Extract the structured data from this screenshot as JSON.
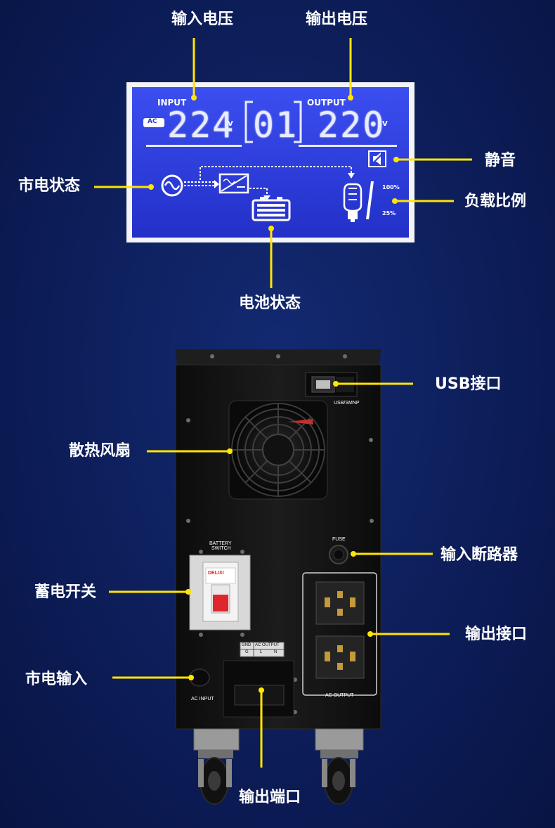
{
  "callouts": {
    "input_voltage": "输入电压",
    "output_voltage": "输出电压",
    "mute": "静音",
    "mains_status": "市电状态",
    "load_ratio": "负载比例",
    "battery_status": "电池状态",
    "usb_port": "USB接口",
    "cooling_fan": "散热风扇",
    "input_breaker": "输入断路器",
    "battery_switch": "蓄电开关",
    "output_socket": "输出接口",
    "mains_input": "市电输入",
    "output_terminal": "输出端口"
  },
  "lcd": {
    "input_label": "INPUT",
    "output_label": "OUTPUT",
    "ac_badge": "AC",
    "input_value": "224",
    "mode_value": "01",
    "output_value": "220",
    "unit_in": "V",
    "unit_out": "V",
    "load_max": "100%",
    "load_min": "25%"
  },
  "panel_labels": {
    "usb": "USB/SMNP",
    "battery_switch_line1": "BATTERY",
    "battery_switch_line2": "SWITCH",
    "fuse": "FUSE",
    "ac_input": "AC INPUT",
    "ac_output": "AC OUTPUT",
    "terminal_head_left": "GND",
    "terminal_head_right": "AC OUTPUT",
    "terminal_g": "G",
    "terminal_l": "L",
    "terminal_n": "N",
    "breaker_brand": "DELIXI"
  },
  "colors": {
    "background": "#0d1f5c",
    "lcd_blue": "#2f3fe0",
    "callout_line": "#ffe600",
    "chassis": "#141414"
  }
}
